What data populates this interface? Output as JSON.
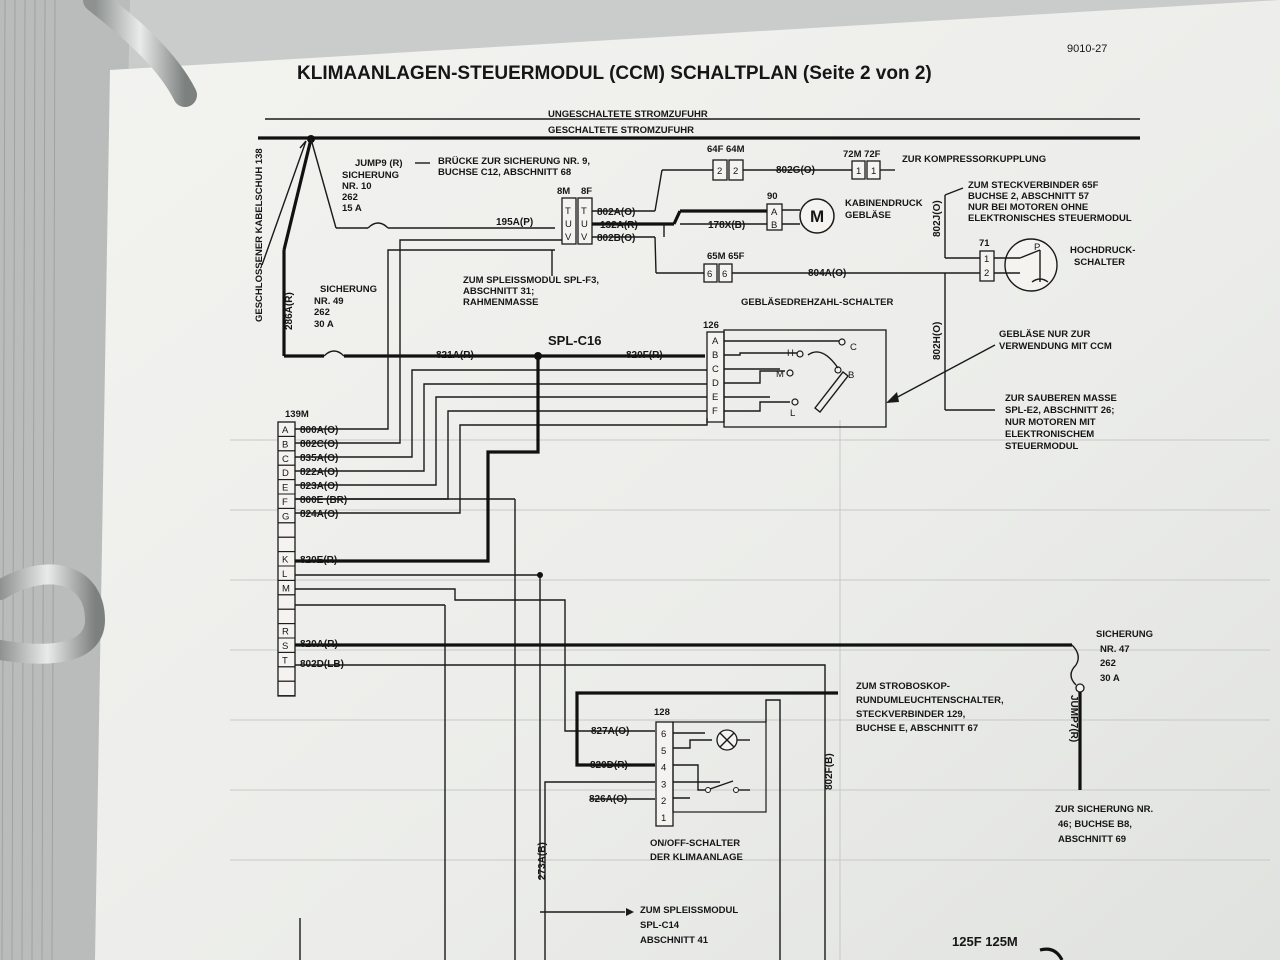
{
  "page_number": "9010-27",
  "title": "KLIMAANLAGEN-STEUERMODUL (CCM) SCHALTPLAN (Seite 2 von 2)",
  "bus": {
    "unswitched": "UNGESCHALTETE STROMZUFUHR",
    "switched": "GESCHALTETE STROMZUFUHR"
  },
  "harness_label": "GESCHLOSSENER KABELSCHUH 138",
  "fuse_jump9": {
    "line1": "JUMP9 (R)",
    "line2": "SICHERUNG",
    "line3": "NR. 10",
    "line4": "262",
    "line5": "15 A"
  },
  "jump9_note": {
    "line1": "BRÜCKE ZUR SICHERUNG NR. 9,",
    "line2": "BUCHSE C12, ABSCHNITT 68"
  },
  "fuse49": {
    "line1": "SICHERUNG",
    "line2": "NR. 49",
    "line3": "262",
    "line4": "30 A"
  },
  "fuse47": {
    "line1": "SICHERUNG",
    "line2": "NR. 47",
    "line3": "262",
    "line4": "30 A"
  },
  "jump7": "JUMP7(R)",
  "jump7_note": {
    "line1": "ZUR SICHERUNG NR.",
    "line2": "46; BUCHSE B8,",
    "line3": "ABSCHNITT 69"
  },
  "connector_8m8f": {
    "label_m": "8M",
    "label_f": "8F",
    "pins": [
      "T",
      "U",
      "V"
    ]
  },
  "connector_64": {
    "label": "64F 64M",
    "pins": [
      "2",
      "2"
    ]
  },
  "connector_72": {
    "label": "72M 72F",
    "pins": [
      "1",
      "1"
    ]
  },
  "connector_65": {
    "label": "65M 65F",
    "pins": [
      "6",
      "6"
    ]
  },
  "connector_90": {
    "label": "90",
    "pins": [
      "A",
      "B"
    ]
  },
  "connector_71": {
    "label": "71",
    "pins": [
      "1",
      "2"
    ]
  },
  "compressor_note": "ZUR KOMPRESSORKUPPLUNG",
  "blower_motor": {
    "symbol": "M",
    "line1": "KABINENDRUCK",
    "line2": "GEBLÄSE"
  },
  "ccm_note": {
    "line1": "ZUM STECKVERBINDER 65F",
    "line2": "BUCHSE 2, ABSCHNITT 57",
    "line3": "NUR BEI MOTOREN OHNE",
    "line4": "ELEKTRONISCHES STEUERMODUL"
  },
  "pressure_switch": {
    "pin": "P",
    "line1": "HOCHDRUCK-",
    "line2": "SCHALTER"
  },
  "splice_note": {
    "line1": "ZUM SPLEISSMODUL SPL-F3,",
    "line2": "ABSCHNITT 31;",
    "line3": "RAHMENMASSE"
  },
  "speed_switch": {
    "title": "GEBLÄSEDREHZAHL-SCHALTER",
    "connector": "126",
    "pins": [
      "A",
      "B",
      "C",
      "D",
      "E",
      "F"
    ],
    "contacts": [
      "H",
      "M",
      "L",
      "C",
      "B"
    ]
  },
  "blower_ccm_note": {
    "line1": "GEBLÄSE NUR ZUR",
    "line2": "VERWENDUNG MIT CCM"
  },
  "ground_note": {
    "line1": "ZUR SAUBEREN MASSE",
    "line2": "SPL-E2, ABSCHNITT 26;",
    "line3": "NUR MOTOREN MIT",
    "line4": "ELEKTRONISCHEM",
    "line5": "STEUERMODUL"
  },
  "splice_c16": "SPL-C16",
  "ccm_connector": {
    "label": "139M",
    "pins": [
      "A",
      "B",
      "C",
      "D",
      "E",
      "F",
      "G",
      "",
      "",
      "K",
      "L",
      "M",
      "",
      "",
      "R",
      "S",
      "T",
      "",
      ""
    ]
  },
  "wires": {
    "w195A": "195A(P)",
    "w802A": "802A(O)",
    "w132A": "132A(R)",
    "w802B": "802B(O)",
    "w802G": "802G(O)",
    "w178X": "178X(B)",
    "w804A": "804A(O)",
    "w802J": "802J(O)",
    "w802H": "802H(O)",
    "w286A": "286A(R)",
    "w821A": "821A(R)",
    "w820F": "820F(R)",
    "w800A": "800A(O)",
    "w802C": "802C(O)",
    "w835A": "835A(O)",
    "w822A": "822A(O)",
    "w823A": "823A(O)",
    "w800E": "800E (BR)",
    "w824A": "824A(O)",
    "w820E": "820E(R)",
    "w820A": "820A(R)",
    "w802D": "802D(LB)",
    "w827A": "827A(O)",
    "w820D": "820D(R)",
    "w826A": "826A(O)",
    "w273A": "273A(B)",
    "w802F": "802F(B)"
  },
  "strobe_note": {
    "line1": "ZUM STROBOSKOP-",
    "line2": "RUNDUMLEUCHTENSCHALTER,",
    "line3": "STECKVERBINDER 129,",
    "line4": "BUCHSE E, ABSCHNITT 67"
  },
  "ac_switch": {
    "connector": "128",
    "pins": [
      "6",
      "5",
      "4",
      "3",
      "2",
      "1"
    ],
    "line1": "ON/OFF-SCHALTER",
    "line2": "DER KLIMAANLAGE"
  },
  "splice_c14_note": {
    "line1": "ZUM SPLEISSMODUL",
    "line2": "SPL-C14",
    "line3": "ABSCHNITT 41"
  },
  "bottom_connector": "125F 125M"
}
